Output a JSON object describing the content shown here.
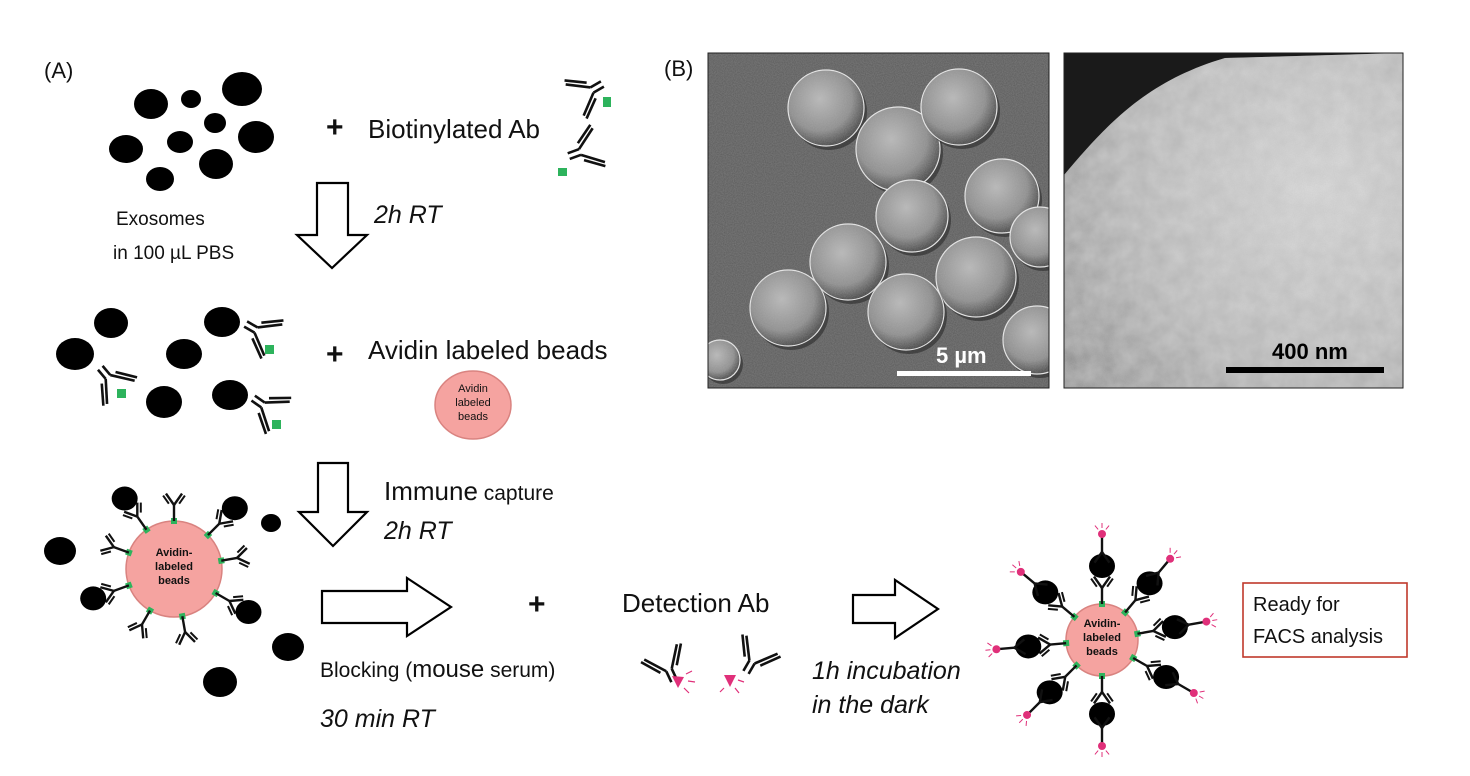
{
  "panel_a": {
    "label": "(A)",
    "plus": "+",
    "step1": {
      "reagent": "Biotinylated Ab",
      "sample_line1": "Exosomes",
      "sample_line2": "in 100 µL PBS",
      "arrow_label": "2h RT"
    },
    "step2": {
      "reagent": "Avidin labeled beads",
      "bead_line1": "Avidin",
      "bead_line2": "labeled",
      "bead_line3": "beads",
      "arrow_label_1_big": "Immune",
      "arrow_label_1_small": " capture",
      "arrow_label_2": "2h RT"
    },
    "captured_bead": {
      "line1": "Avidin-",
      "line2": "labeled",
      "line3": "beads"
    },
    "step3": {
      "blocking_1": "Blocking (",
      "blocking_2": "mouse",
      "blocking_3": " serum)",
      "blocking_time": "30 min RT",
      "reagent": "Detection Ab",
      "incubation_line1": "1h incubation",
      "incubation_line2": "in the dark"
    },
    "final_bead": {
      "line1": "Avidin-",
      "line2": "labeled",
      "line3": "beads"
    },
    "result_box_line1": "Ready for",
    "result_box_line2": "FACS analysis"
  },
  "panel_b": {
    "label": "(B)",
    "left_scale": "5 µm",
    "right_scale": "400 nm"
  },
  "colors": {
    "bead_fill": "#f5a3a0",
    "bead_stroke": "#d98380",
    "biotin_green": "#2db35c",
    "fluor_pink": "#e0307a",
    "result_box": "#c0392b"
  }
}
